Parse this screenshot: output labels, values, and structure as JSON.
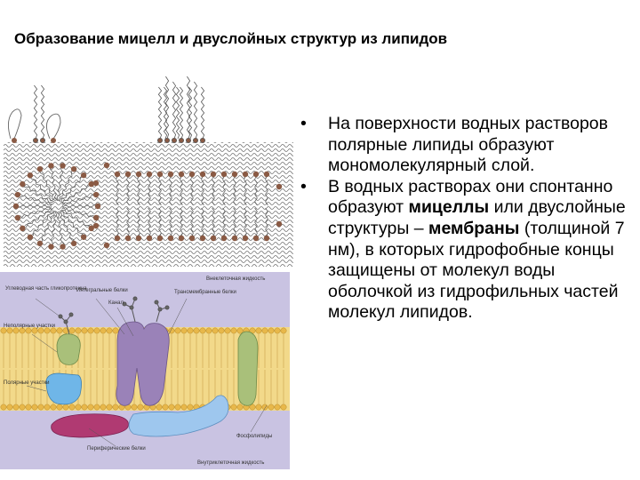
{
  "slide": {
    "title": "Образование мицелл и двуслойных структур из липидов"
  },
  "bullets": [
    {
      "marker": "•",
      "text": "На поверхности водных растворов полярные липиды образуют мономолекулярный слой."
    },
    {
      "marker": "•",
      "text_before": "В водных растворах они спонтанно образуют ",
      "bold1": "мицеллы",
      "text_mid": "  или двуслойные структуры – ",
      "bold2": "мембраны",
      "text_after": " (толщиной 7 нм), в которых гидрофобные концы защищены от молекул воды оболочкой из гидрофильных частей молекул липидов."
    }
  ],
  "membrane_figure": {
    "labels": {
      "extracellular": "Внеклеточная жидкость",
      "carbohydrate": "Углеводная часть гликопротеина",
      "integral": "Интегральные белки",
      "channel": "Канал",
      "transmembrane": "Трансмембранные белки",
      "nonpolar": "Неполярные участки",
      "polar": "Полярные участки",
      "peripheral": "Периферические белки",
      "phospholipids": "Фосфолипиды",
      "intracellular": "Внутриклеточная жидкость"
    },
    "colors": {
      "background": "#c9c3e2",
      "lipid_head": "#e8b84a",
      "lipid_tail": "#f2d98a",
      "purple_protein": "#9a82b8",
      "green_protein": "#a9c07a",
      "blue_protein": "#6fb6e8",
      "magenta_protein": "#b03a72",
      "light_blue_protein": "#9ec7ee"
    }
  }
}
